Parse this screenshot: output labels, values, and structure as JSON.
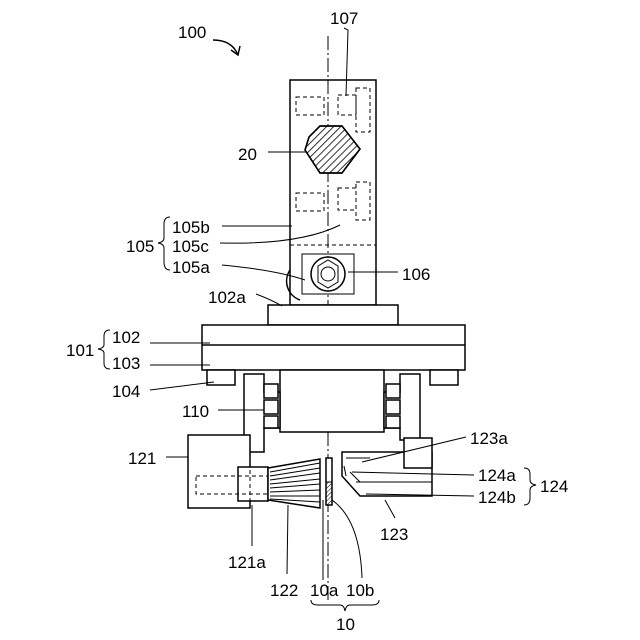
{
  "figure": {
    "labels": {
      "l100": "100",
      "l107": "107",
      "l20": "20",
      "l105b": "105b",
      "l105": "105",
      "l105c": "105c",
      "l105a": "105a",
      "l106": "106",
      "l102a": "102a",
      "l101": "101",
      "l102": "102",
      "l103": "103",
      "l104": "104",
      "l110": "110",
      "l121": "121",
      "l123a": "123a",
      "l124a": "124a",
      "l124": "124",
      "l124b": "124b",
      "l123": "123",
      "l121a": "121a",
      "l122": "122",
      "l10a": "10a",
      "l10b": "10b",
      "l10": "10"
    },
    "colors": {
      "line": "#000000",
      "background": "#ffffff",
      "hatch": "#000000"
    }
  }
}
